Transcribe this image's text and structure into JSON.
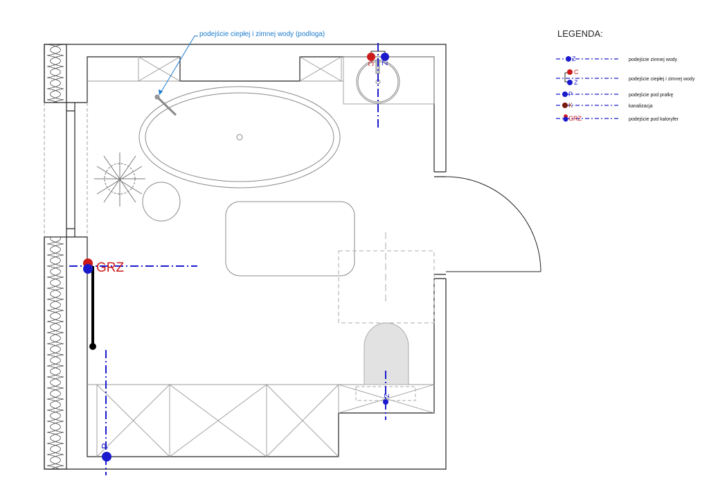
{
  "annotation": "podejście ciepłej i zimnej wody (podloga)",
  "legend": {
    "title": "LEGENDA:",
    "items": [
      {
        "symbol": "Z",
        "label": "podejście zimnej wody"
      },
      {
        "symbol_hot": "C",
        "symbol_cold": "Z",
        "label": "podejście ciepłej i zimnej wody"
      },
      {
        "symbol": "P",
        "label": "podejście pod pralkę"
      },
      {
        "symbol": "K",
        "label": "kanalizacja"
      },
      {
        "symbol": "GRZ",
        "label": "podejście pod kaloryfer"
      }
    ]
  },
  "markers": {
    "sink_hot": "C",
    "sink_cold": "Z",
    "radiator": "GRZ",
    "washer": "P",
    "toilet": "Z"
  },
  "colors": {
    "cold": "#1a1acc",
    "hot": "#cc1a1a",
    "drain": "#7a1a0a",
    "annotation": "#1a7acc"
  }
}
